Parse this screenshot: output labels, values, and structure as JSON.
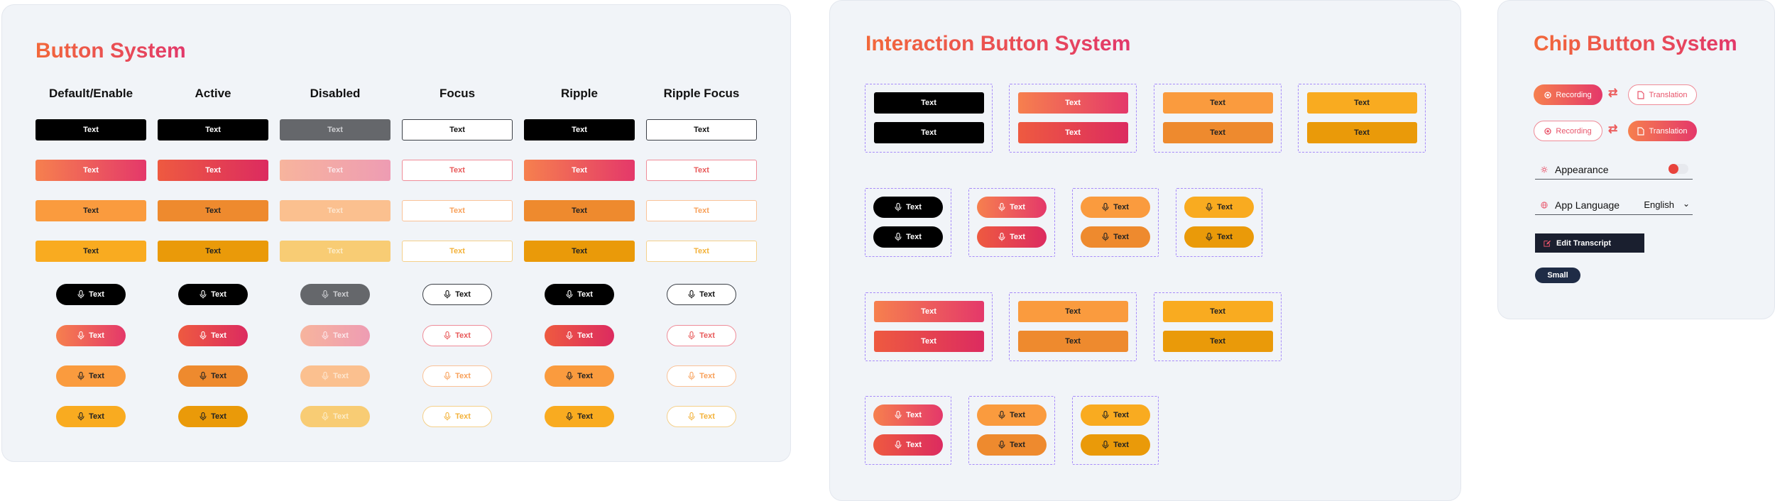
{
  "colors": {
    "accent_gradient": [
      "#f6804e",
      "#e4386a"
    ],
    "orange": "#fa9b3e",
    "amber": "#f9ab20",
    "black": "#000000",
    "panel_bg": "#f1f4f8",
    "dashed_border": "#a78bfa"
  },
  "button_system": {
    "title": "Button System",
    "columns": [
      "Default/Enable",
      "Active",
      "Disabled",
      "Focus",
      "Ripple",
      "Ripple Focus"
    ],
    "button_label": "Text",
    "icon": "microphone-icon"
  },
  "interaction_system": {
    "title": "Interaction Button System",
    "button_label": "Text",
    "icon": "microphone-icon"
  },
  "chip_system": {
    "title": "Chip Button System",
    "recording_label": "Recording",
    "translation_label": "Translation",
    "recording_icon": "record-icon",
    "translation_icon": "document-icon",
    "swap_icon": "swap-arrows-icon",
    "appearance": {
      "label": "Appearance",
      "icon": "sun-icon",
      "toggle": "on"
    },
    "app_language": {
      "label": "App Language",
      "value": "English",
      "icon": "globe-icon"
    },
    "edit_transcript_label": "Edit Transcript",
    "edit_icon": "edit-icon",
    "small_label": "Small"
  }
}
